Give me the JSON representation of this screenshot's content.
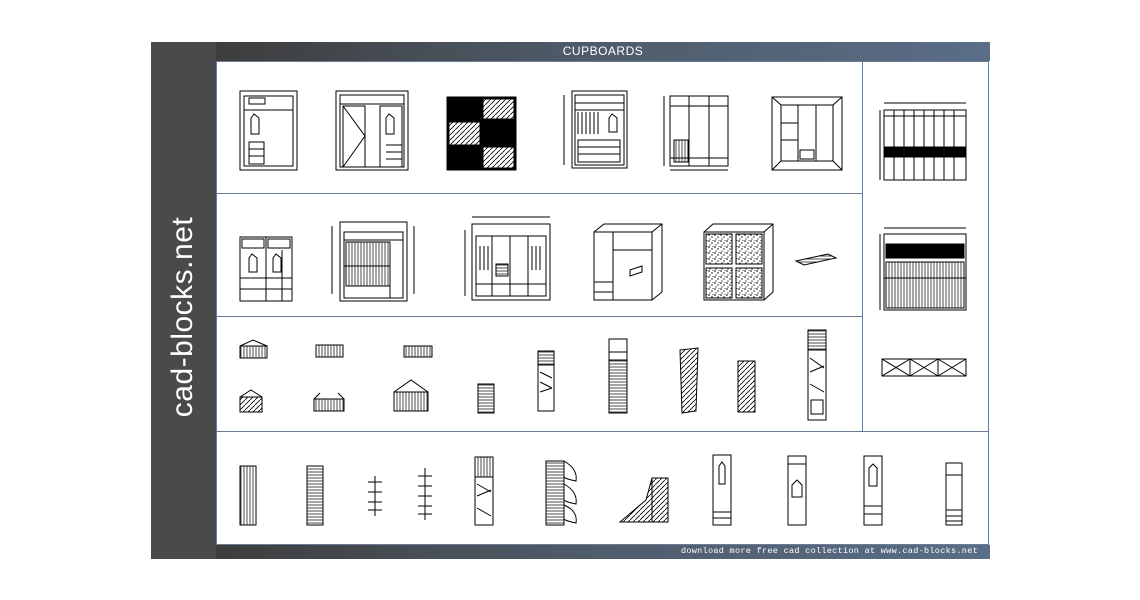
{
  "sheet": {
    "title": "CUPBOARDS",
    "brand": "cad-blocks.net",
    "footer": "download more free cad collection at www.cad-blocks.net"
  },
  "colors": {
    "sidebar": "#4a4a4a",
    "bar_dark": "#3d3d3d",
    "bar_light": "#5a6e88",
    "grid_line": "#6b7b93",
    "ink": "#000000"
  }
}
